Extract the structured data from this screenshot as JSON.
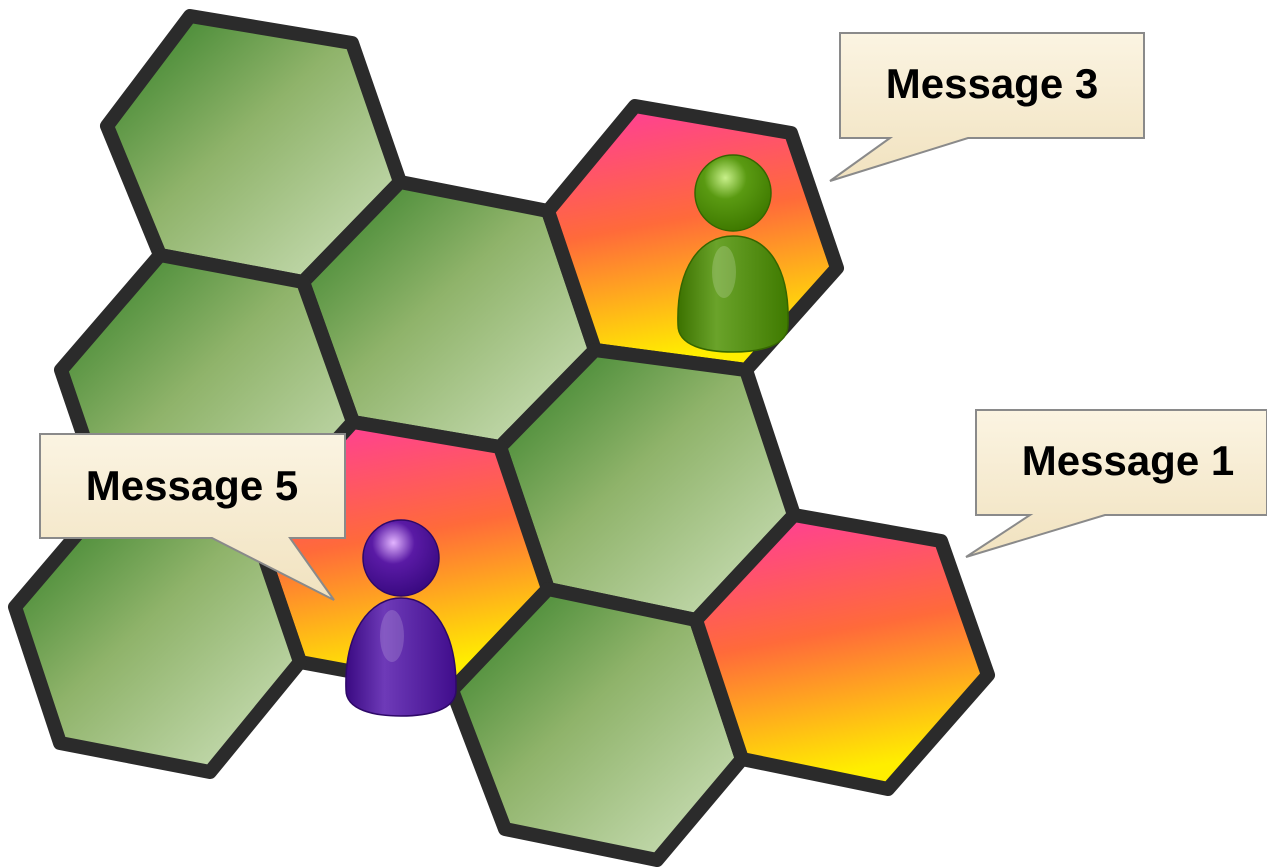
{
  "diagram": {
    "callouts": [
      {
        "id": "message-3",
        "label": "Message 3"
      },
      {
        "id": "message-1",
        "label": "Message 1"
      },
      {
        "id": "message-5",
        "label": "Message 5"
      }
    ],
    "tiles": [
      {
        "id": "tile-top-left",
        "state": "normal"
      },
      {
        "id": "tile-upper-middle",
        "state": "normal"
      },
      {
        "id": "tile-top-right",
        "state": "highlighted",
        "occupant": "green-pawn"
      },
      {
        "id": "tile-middle-left",
        "state": "normal"
      },
      {
        "id": "tile-center",
        "state": "normal"
      },
      {
        "id": "tile-center-left",
        "state": "highlighted",
        "occupant": "purple-pawn"
      },
      {
        "id": "tile-bottom-left",
        "state": "normal"
      },
      {
        "id": "tile-bottom-middle",
        "state": "normal"
      },
      {
        "id": "tile-right",
        "state": "highlighted"
      }
    ],
    "pawns": [
      {
        "id": "green-pawn",
        "icon": "person-icon",
        "color": "#4a8a00",
        "tile": "tile-top-right"
      },
      {
        "id": "purple-pawn",
        "icon": "person-icon",
        "color": "#4a0e91",
        "tile": "tile-center-left"
      }
    ],
    "colors": {
      "tile_outline": "#2b2b2b",
      "tile_green_dark": "#3f8a2c",
      "tile_green_light": "#c6dcb0",
      "tile_hot_top": "#ff3aa0",
      "tile_hot_mid": "#ff6a3a",
      "tile_hot_bottom": "#ffee00",
      "bubble_fill": "#f7ecd2",
      "bubble_border": "#8a8a8a"
    }
  }
}
